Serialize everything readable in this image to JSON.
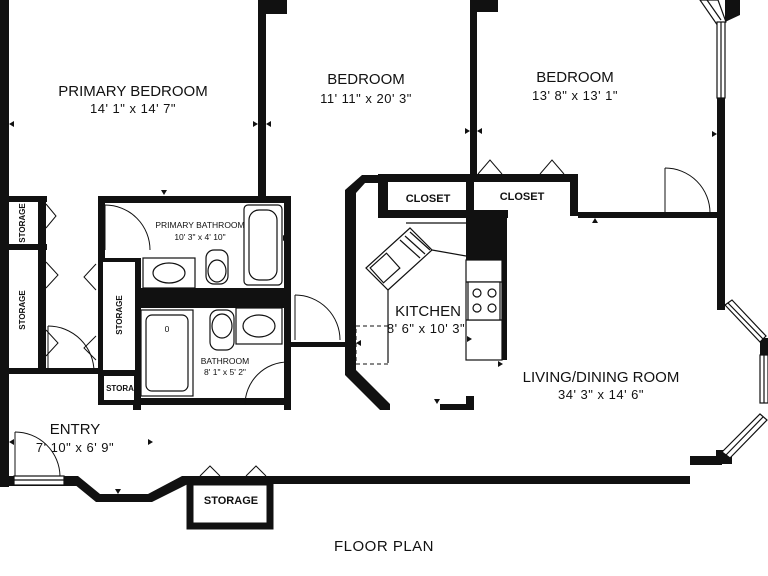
{
  "plan": {
    "title": "FLOOR PLAN",
    "rooms": {
      "primary_bedroom": {
        "name": "PRIMARY BEDROOM",
        "dims": "14' 1\" x 14' 7\""
      },
      "bedroom_1": {
        "name": "BEDROOM",
        "dims": "11' 11\" x 20' 3\""
      },
      "bedroom_2": {
        "name": "BEDROOM",
        "dims": "13' 8\" x 13' 1\""
      },
      "primary_bathroom": {
        "name": "PRIMARY BATHROOM",
        "dims": "10' 3\" x 4' 10\""
      },
      "bathroom": {
        "name": "BATHROOM",
        "dims": "8' 1\" x 5' 2\""
      },
      "kitchen": {
        "name": "KITCHEN",
        "dims": "8' 6\" x 10' 3\""
      },
      "living_dining": {
        "name": "LIVING/DINING ROOM",
        "dims": "34' 3\" x 14' 6\""
      },
      "entry": {
        "name": "ENTRY",
        "dims": "7' 10\" x 6' 9\""
      },
      "closet_1": {
        "name": "CLOSET"
      },
      "closet_2": {
        "name": "CLOSET"
      },
      "storage_bottom": {
        "name": "STORAGE"
      },
      "storage_left_1": {
        "name": "STORAGE"
      },
      "storage_left_2": {
        "name": "STORAGE"
      },
      "storage_mid": {
        "name": "STORAGE"
      },
      "storage_small": {
        "name": "STORA"
      }
    },
    "tub_drain": "0"
  }
}
